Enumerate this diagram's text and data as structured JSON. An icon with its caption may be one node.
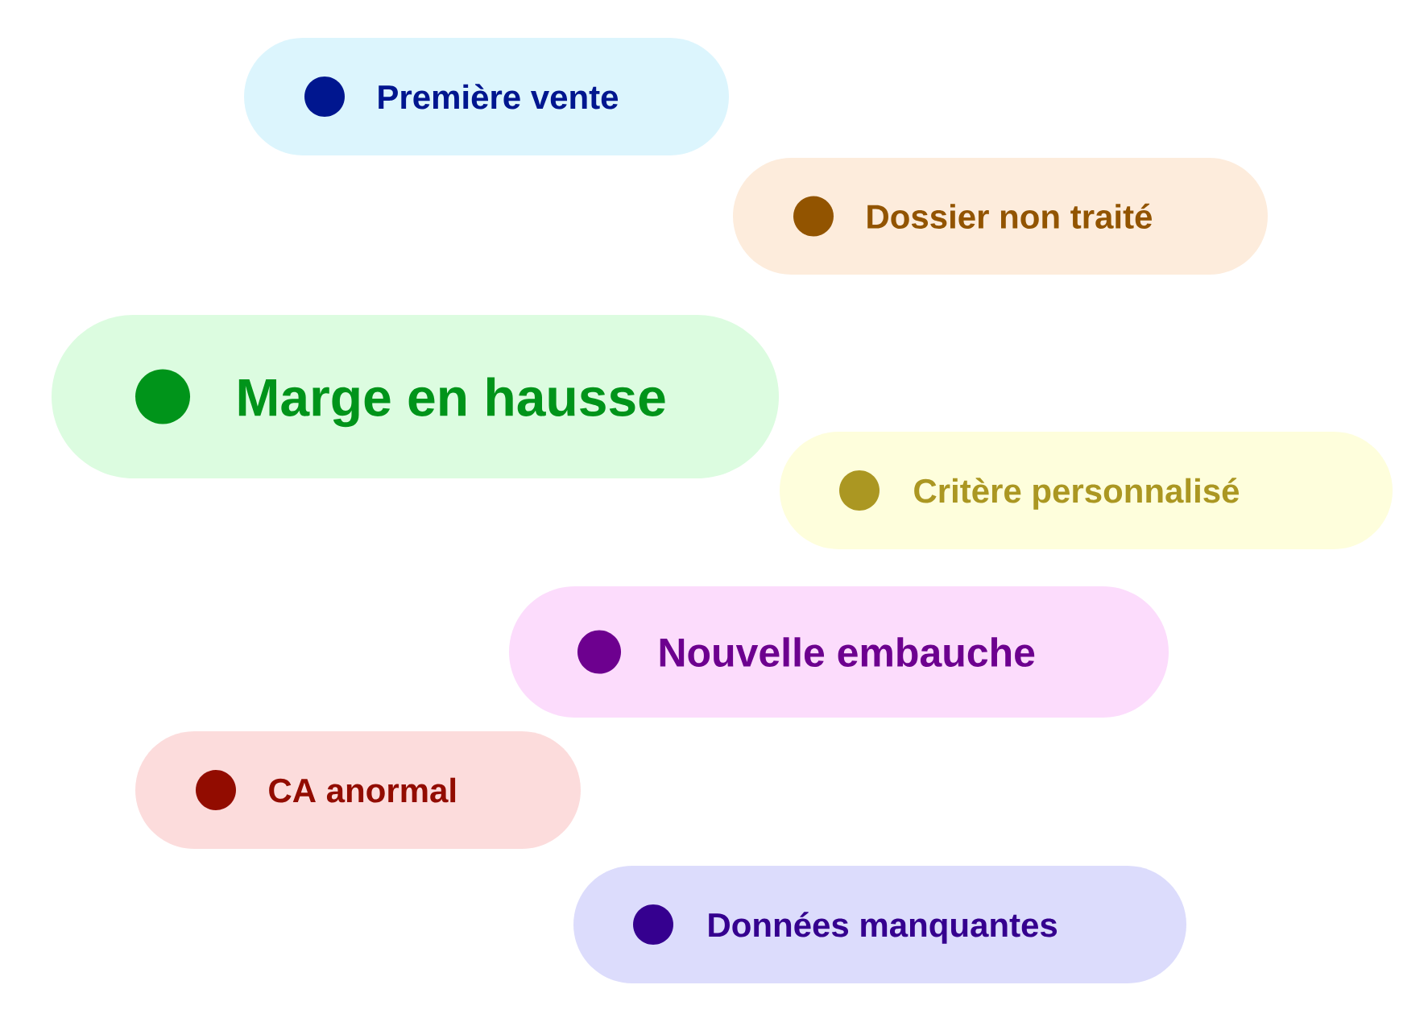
{
  "diagram": {
    "nodes": [
      {
        "text": [
          "Première vente"
        ]
      },
      {
        "text": [
          "Dossier non traité"
        ]
      },
      {
        "text": [
          "Marge en hausse"
        ]
      },
      {
        "text": [
          "Critère personnalisé"
        ]
      },
      {
        "text": [
          "Nouvelle embauche"
        ]
      },
      {
        "text": [
          "CA anormal"
        ]
      },
      {
        "text": [
          "Données manquantes"
        ]
      }
    ]
  }
}
